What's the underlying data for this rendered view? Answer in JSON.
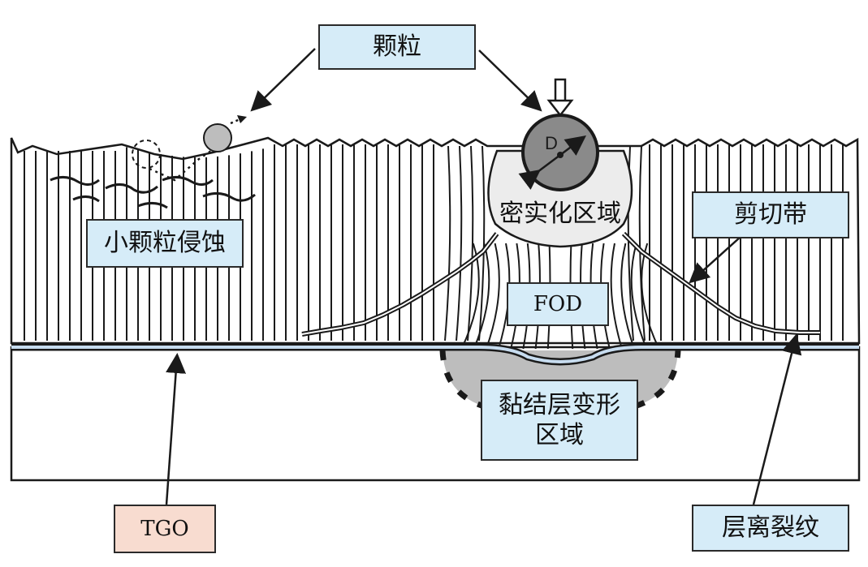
{
  "labels": {
    "particle": "颗粒",
    "small_particle_erosion": "小颗粒侵蚀",
    "densification_zone": "密实化区域",
    "shear_band": "剪切带",
    "fod": "FOD",
    "bond_coat_deformation_line1": "黏结层变形",
    "bond_coat_deformation_line2": "区域",
    "tgo": "TGO",
    "delamination_crack": "层离裂纹",
    "diameter_symbol": "D"
  },
  "icons": [
    "impact-arrow-icon",
    "particle-icon",
    "diameter-arrow-icon"
  ],
  "colors": {
    "label_fill": "#d6ecf8",
    "tgo_label_fill": "#f8dcd0",
    "particle_fill": "#8a8a8a",
    "densified_zone_fill": "#ececec",
    "deformation_zone_fill": "#bdbdbd",
    "tgo_layer": "#c7dcef",
    "outline": "#1a1a1a"
  }
}
